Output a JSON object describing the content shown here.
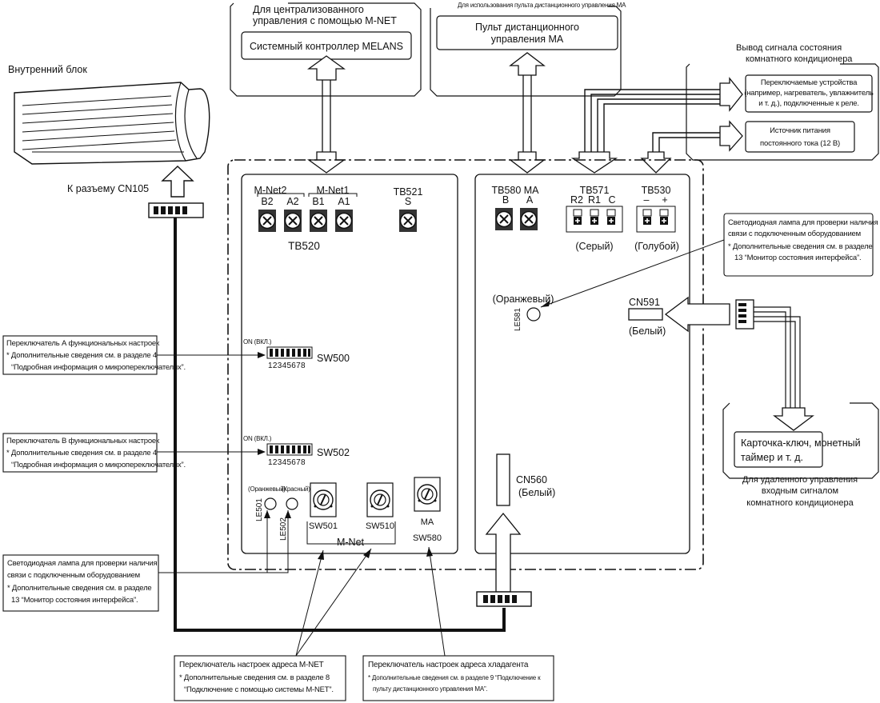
{
  "labels": {
    "indoor_unit": "Внутренний блок",
    "to_cn105": "К разъему CN105",
    "mnet_caption_1": "Для централизованного",
    "mnet_caption_2": "управления с помощью M-NET",
    "melans": "Системный контроллер MELANS",
    "ma_caption": "Для использования пульта дистанционного управления МА",
    "ma_remote_1": "Пульт дистанционного",
    "ma_remote_2": "управления МА",
    "status_out_1": "Вывод сигнала состояния",
    "status_out_2": "комнатного кондиционера",
    "relay_1": "Переключаемые устройства",
    "relay_2": "(например, нагреватель, увлажнитель",
    "relay_3": "и т. д.), подключенные к реле.",
    "dc_1": "Источник питания",
    "dc_2": "постоянного тока (12 В)",
    "mnet2": "M-Net2",
    "mnet1": "M-Net1",
    "b2": "B2",
    "a2": "A2",
    "b1": "B1",
    "a1": "A1",
    "tb521": "TB521",
    "s": "S",
    "tb520": "TB520",
    "tb580": "TB580 MA",
    "b": "B",
    "a": "A",
    "tb571": "TB571",
    "r2": "R2",
    "r1": "R1",
    "c": "C",
    "tb530": "TB530",
    "minus": "–",
    "plus": "+",
    "grey": "(Серый)",
    "blue": "(Голубой)",
    "led_note_r1": "Светодиодная лампа для проверки наличия",
    "led_note_r2": "связи с подключенным оборудованием",
    "led_note_r3": "* Дополнительные сведения см. в разделе",
    "led_note_r4": "13 “Монитор состояния интерфейса”.",
    "orange": "(Оранжевый)",
    "le581": "LE581",
    "cn591": "CN591",
    "white": "(Белый)",
    "swa_1": "Переключатель А функциональных настроек",
    "swa_2": "* Дополнительные сведения см. в разделе 4",
    "swa_3": "“Подробная информация о микропереключателях”.",
    "swb_1": "Переключатель В функциональных настроек",
    "swb_2": "* Дополнительные сведения см. в разделе 4",
    "swb_3": "“Подробная информация о микропереключателях”.",
    "on_vkl": "ON (ВКЛ.)",
    "dip_digits": "12345678",
    "sw500": "SW500",
    "sw502": "SW502",
    "led_l_1": "Светодиодная лампа для проверки наличия",
    "led_l_2": "связи с подключенным оборудованием",
    "led_l_3": "* Дополнительные сведения см. в разделе",
    "led_l_4": "13 “Монитор состояния интерфейса”.",
    "orange_s": "(Оранжевый)",
    "red_s": "(Красный)",
    "le501": "LE501",
    "le502": "LE502",
    "sw501": "SW501",
    "sw510": "SW510",
    "mnet": "M-Net",
    "ma": "MA",
    "sw580": "SW580",
    "cn560": "CN560",
    "white2": "(Белый)",
    "card_1": "Карточка-ключ, монетный",
    "card_2": "таймер и т. д.",
    "remote_ctrl_1": "Для удаленного управления",
    "remote_ctrl_2": "входным сигналом",
    "remote_ctrl_3": "комнатного кондиционера",
    "mnet_addr_1": "Переключатель настроек адреса M-NET",
    "mnet_addr_2": "* Дополнительные сведения см. в разделе 8",
    "mnet_addr_3": "“Подключение с помощью системы M-NET”.",
    "ref_addr_1": "Переключатель настроек адреса хладагента",
    "ref_addr_2": "* Дополнительные сведения см. в разделе 9 “Подключение к",
    "ref_addr_3": "пульту дистанционного управления МА”."
  }
}
